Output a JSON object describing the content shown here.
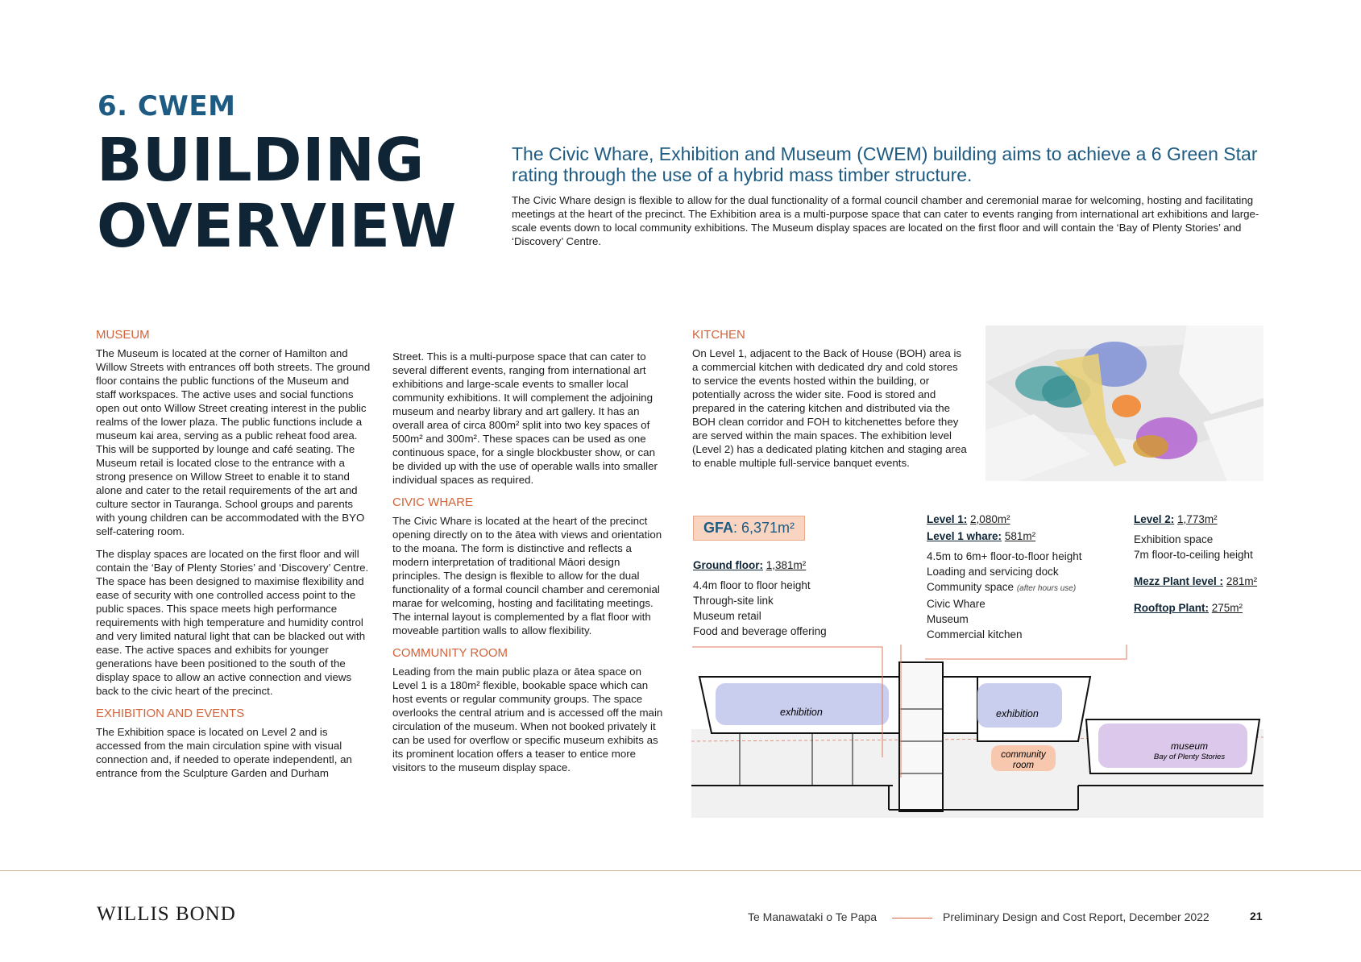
{
  "header": {
    "section_number": "6. CWEM",
    "title_line1": "BUILDING",
    "title_line2": "OVERVIEW",
    "lead": "The Civic Whare, Exhibition and Museum (CWEM) building aims to achieve a 6 Green Star rating through the use of a hybrid mass timber structure.",
    "intro": "The Civic Whare design is flexible to allow for the dual functionality of a formal council chamber and ceremonial marae for welcoming, hosting and facilitating meetings at the heart of the precinct. The Exhibition area is a multi-purpose space that can cater to events ranging from international art exhibitions and large-scale events down to local community exhibitions. The Museum display spaces are located on the first floor and will contain the ‘Bay of Plenty Stories’ and ‘Discovery’ Centre."
  },
  "col1": {
    "museum_heading": "MUSEUM",
    "museum_p1": "The Museum is located at the corner of Hamilton and Willow Streets with entrances off both streets. The ground floor contains the public functions of the Museum and staff workspaces. The active uses and social functions open out onto Willow Street creating interest in the public realms of the lower plaza. The public functions include a museum kai area, serving as a public reheat food area. This will be supported by lounge and café seating. The Museum retail is located close to the entrance with a strong presence on Willow Street to enable it to stand alone and cater to the retail requirements of the art and culture sector in Tauranga. School groups and parents with young children can be accommodated with the BYO self-catering room.",
    "museum_p2": "The display spaces are located on the first floor and will contain the ‘Bay of Plenty Stories’ and ‘Discovery’ Centre. The space has been designed to maximise flexibility and ease of security with one controlled access point to the public spaces. This space meets high performance requirements with high temperature and humidity control and very limited natural light that can be blacked out with ease. The active spaces and exhibits for younger generations have been positioned to the south of the display space to allow an active connection and views back to the civic heart of the precinct.",
    "exhibition_heading": "EXHIBITION AND EVENTS",
    "exhibition_p1": "The Exhibition space is located on Level 2 and is accessed from the main circulation spine with visual connection and, if needed to operate independentl, an entrance from the Sculpture Garden and Durham"
  },
  "col2": {
    "exhibition_p1_cont": "Street. This is a multi-purpose space that can cater to several different events, ranging from international art exhibitions and large-scale events to smaller local community exhibitions. It will complement the adjoining museum and nearby library and art gallery. It has an overall area of circa 800m² split into two key spaces of 500m² and 300m². These spaces can be used as one continuous space, for a single blockbuster show, or can be divided up with the use of operable walls into smaller individual spaces as required.",
    "civic_heading": "CIVIC WHARE",
    "civic_p1": "The Civic Whare is located at the heart of the precinct opening directly on to the ātea with views and orientation to the moana. The form is distinctive and reflects a modern interpretation of traditional Māori design principles. The design is flexible to allow for the dual functionality of a formal council chamber and ceremonial marae for welcoming, hosting and facilitating meetings. The internal layout is complemented by a flat floor with moveable partition walls to allow flexibility.",
    "community_heading": "COMMUNITY ROOM",
    "community_p1": "Leading from the main public plaza or ātea space on Level 1 is a 180m² flexible, bookable space which can host events or regular community groups. The space overlooks the central atrium and is accessed off the main circulation of the museum. When not booked privately it can be used for overflow or specific museum exhibits as its prominent location offers a teaser to entice more visitors to the museum display space."
  },
  "col3": {
    "kitchen_heading": "KITCHEN",
    "kitchen_p1": "On Level 1, adjacent to the Back of House (BOH) area is a commercial kitchen with dedicated dry and cold stores to service the events hosted within the building, or potentially across the wider site. Food is stored and prepared in the catering kitchen and distributed via the BOH clean corridor and FOH to kitchenettes before they are served within the main spaces. The exhibition level (Level 2) has a dedicated plating kitchen and staging area to enable multiple full-service banquet events."
  },
  "levels": {
    "gfa_label": "GFA",
    "gfa_value": ": 6,371m²",
    "ground_label": "Ground floor:",
    "ground_value": "1,381m²",
    "ground_items": [
      "4.4m floor to floor height",
      "Through-site link",
      "Museum retail",
      "Food and beverage offering"
    ],
    "l1_label": "Level 1:",
    "l1_value": "2,080m²",
    "l1_whare_label": "Level 1 whare:",
    "l1_whare_value": "581m²",
    "l1_items": [
      "4.5m to 6m+ floor-to-floor height",
      "Loading and servicing dock"
    ],
    "l1_community": "Community space",
    "l1_community_note": "(after hours use)",
    "l1_items2": [
      "Civic Whare",
      "Museum",
      "Commercial kitchen"
    ],
    "l2_label": "Level 2:",
    "l2_value": "1,773m²",
    "l2_items": [
      "Exhibition space",
      "7m floor-to-ceiling height"
    ],
    "mezz_label": "Mezz Plant level :",
    "mezz_value": "281m²",
    "roof_label": "Rooftop Plant:",
    "roof_value": "275m²"
  },
  "section_diagram": {
    "exhibition_left": "exhibition",
    "exhibition_right": "exhibition",
    "community_line1": "community",
    "community_line2": "room",
    "museum_line1": "museum",
    "museum_line2": "Bay of Plenty Stories"
  },
  "colors": {
    "heading_blue": "#1e5b82",
    "title_navy": "#0f2535",
    "subheading_orange": "#d2633a",
    "gfa_fill": "#f9d5c1",
    "exhibition_fill": "#c9cdee",
    "community_fill": "#f8c8ae",
    "museum_fill": "#dcc8ea"
  },
  "footer": {
    "logo": "WILLIS BOND",
    "project": "Te Manawataki o Te Papa",
    "report": "Preliminary Design and Cost Report,",
    "date": "December 2022",
    "page": "21"
  }
}
